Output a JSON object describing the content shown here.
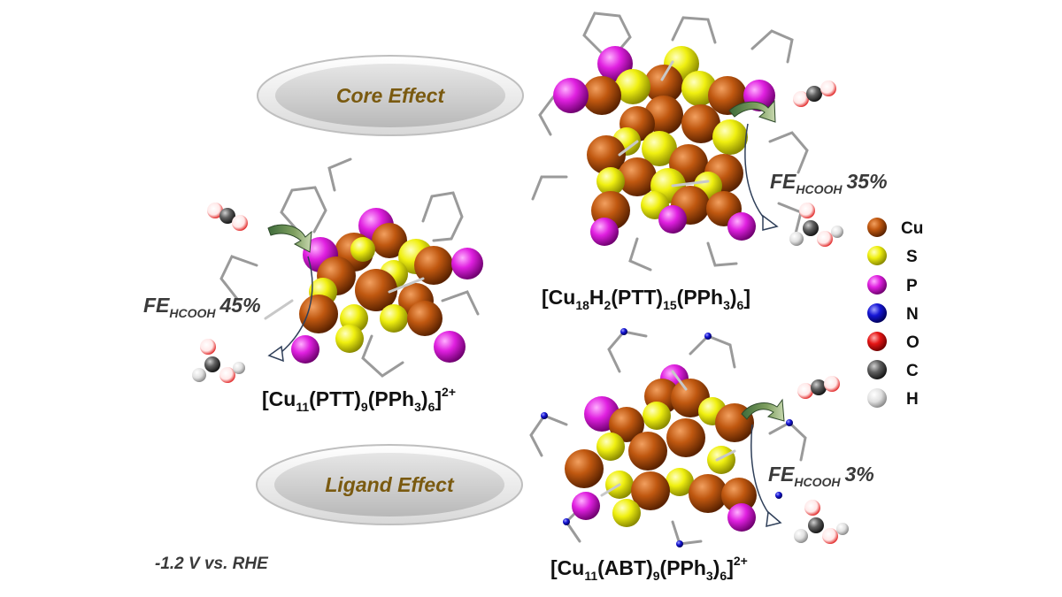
{
  "pills": [
    {
      "id": "core",
      "label": "Core Effect"
    },
    {
      "id": "ligand",
      "label": "Ligand Effect"
    }
  ],
  "clusters": [
    {
      "id": "cu11-ptt",
      "formula": [
        "[Cu",
        "11",
        "(PTT)",
        "9",
        "(PPh",
        "3",
        ")",
        "6",
        "]",
        "2+"
      ],
      "fe_main": "FE",
      "fe_sub": "HCOOH",
      "fe_value": "45%"
    },
    {
      "id": "cu18-ptt",
      "formula": [
        "[Cu",
        "18",
        "H",
        "2",
        "(PTT)",
        "15",
        "(PPh",
        "3",
        ")",
        "6",
        "]",
        ""
      ],
      "fe_main": "FE",
      "fe_sub": "HCOOH",
      "fe_value": "35%"
    },
    {
      "id": "cu11-abt",
      "formula": [
        "[Cu",
        "11",
        "(ABT)",
        "9",
        "(PPh",
        "3",
        ")",
        "6",
        "]",
        "2+"
      ],
      "fe_main": "FE",
      "fe_sub": "HCOOH",
      "fe_value": "3%"
    }
  ],
  "condition": "-1.2 V vs. RHE",
  "legend": [
    {
      "element": "Cu",
      "color": "#b5500c"
    },
    {
      "element": "S",
      "color": "#eaea10"
    },
    {
      "element": "P",
      "color": "#d21ad2"
    },
    {
      "element": "N",
      "color": "#1a1ad2"
    },
    {
      "element": "O",
      "color": "#e01818"
    },
    {
      "element": "C",
      "color": "#555555"
    },
    {
      "element": "H",
      "color": "#dcdcdc"
    }
  ]
}
